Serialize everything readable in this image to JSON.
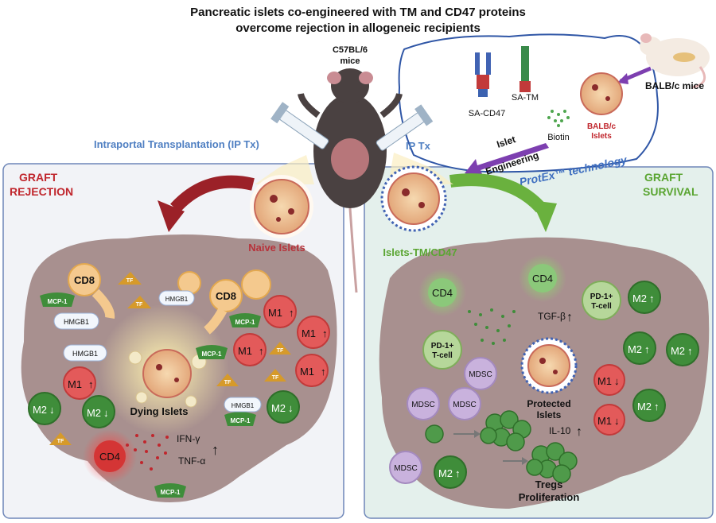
{
  "title": {
    "line1": "Pancreatic islets co-engineered with TM and CD47 proteins",
    "line2": "overcome rejection in allogeneic recipients"
  },
  "mouse_top": {
    "line1": "C57BL/6",
    "line2": "mice"
  },
  "balbc_mice": "BALB/c mice",
  "ip_tx_left": "Intraportal Transplantation (IP Tx)",
  "ip_tx_right": "IP Tx",
  "protex": {
    "sa_cd47": "SA-CD47",
    "sa_tm": "SA-TM",
    "biotin": "Biotin",
    "balbc_islets_line1": "BALB/c",
    "balbc_islets_line2": "Islets",
    "islet": "Islet",
    "engineering": "Engineering",
    "technology": "ProtEx™ technology"
  },
  "left_panel": {
    "header_line1": "GRAFT",
    "header_line2": "REJECTION",
    "naive_islets": "Naive Islets",
    "dying_islets": "Dying Islets",
    "cd8": "CD8",
    "mcp1": "MCP-1",
    "hmgb1": "HMGB1",
    "tf": "TF",
    "m1": "M1",
    "m2": "M2",
    "cd4": "CD4",
    "ifn": "IFN-γ",
    "tnf": "TNF-α"
  },
  "right_panel": {
    "header_line1": "GRAFT",
    "header_line2": "SURVIVAL",
    "islets_tm": "Islets-TM/CD47",
    "cd4": "CD4",
    "tgf": "TGF-β",
    "pd1_line1": "PD-1+",
    "pd1_line2": "T-cell",
    "mdsc": "MDSC",
    "m1": "M1",
    "m2": "M2",
    "protected_line1": "Protected",
    "protected_line2": "Islets",
    "il10": "IL-10",
    "tregs_line1": "Tregs",
    "tregs_line2": "Proliferation"
  },
  "colors": {
    "rejection": "#c0262d",
    "survival": "#5aa532",
    "ip_blue": "#4f7fc2",
    "liver": "#a8908f",
    "m1_fill": "#e35a5a",
    "m2_fill": "#3f8d3a",
    "mdsc_fill": "#c9b2dd"
  }
}
